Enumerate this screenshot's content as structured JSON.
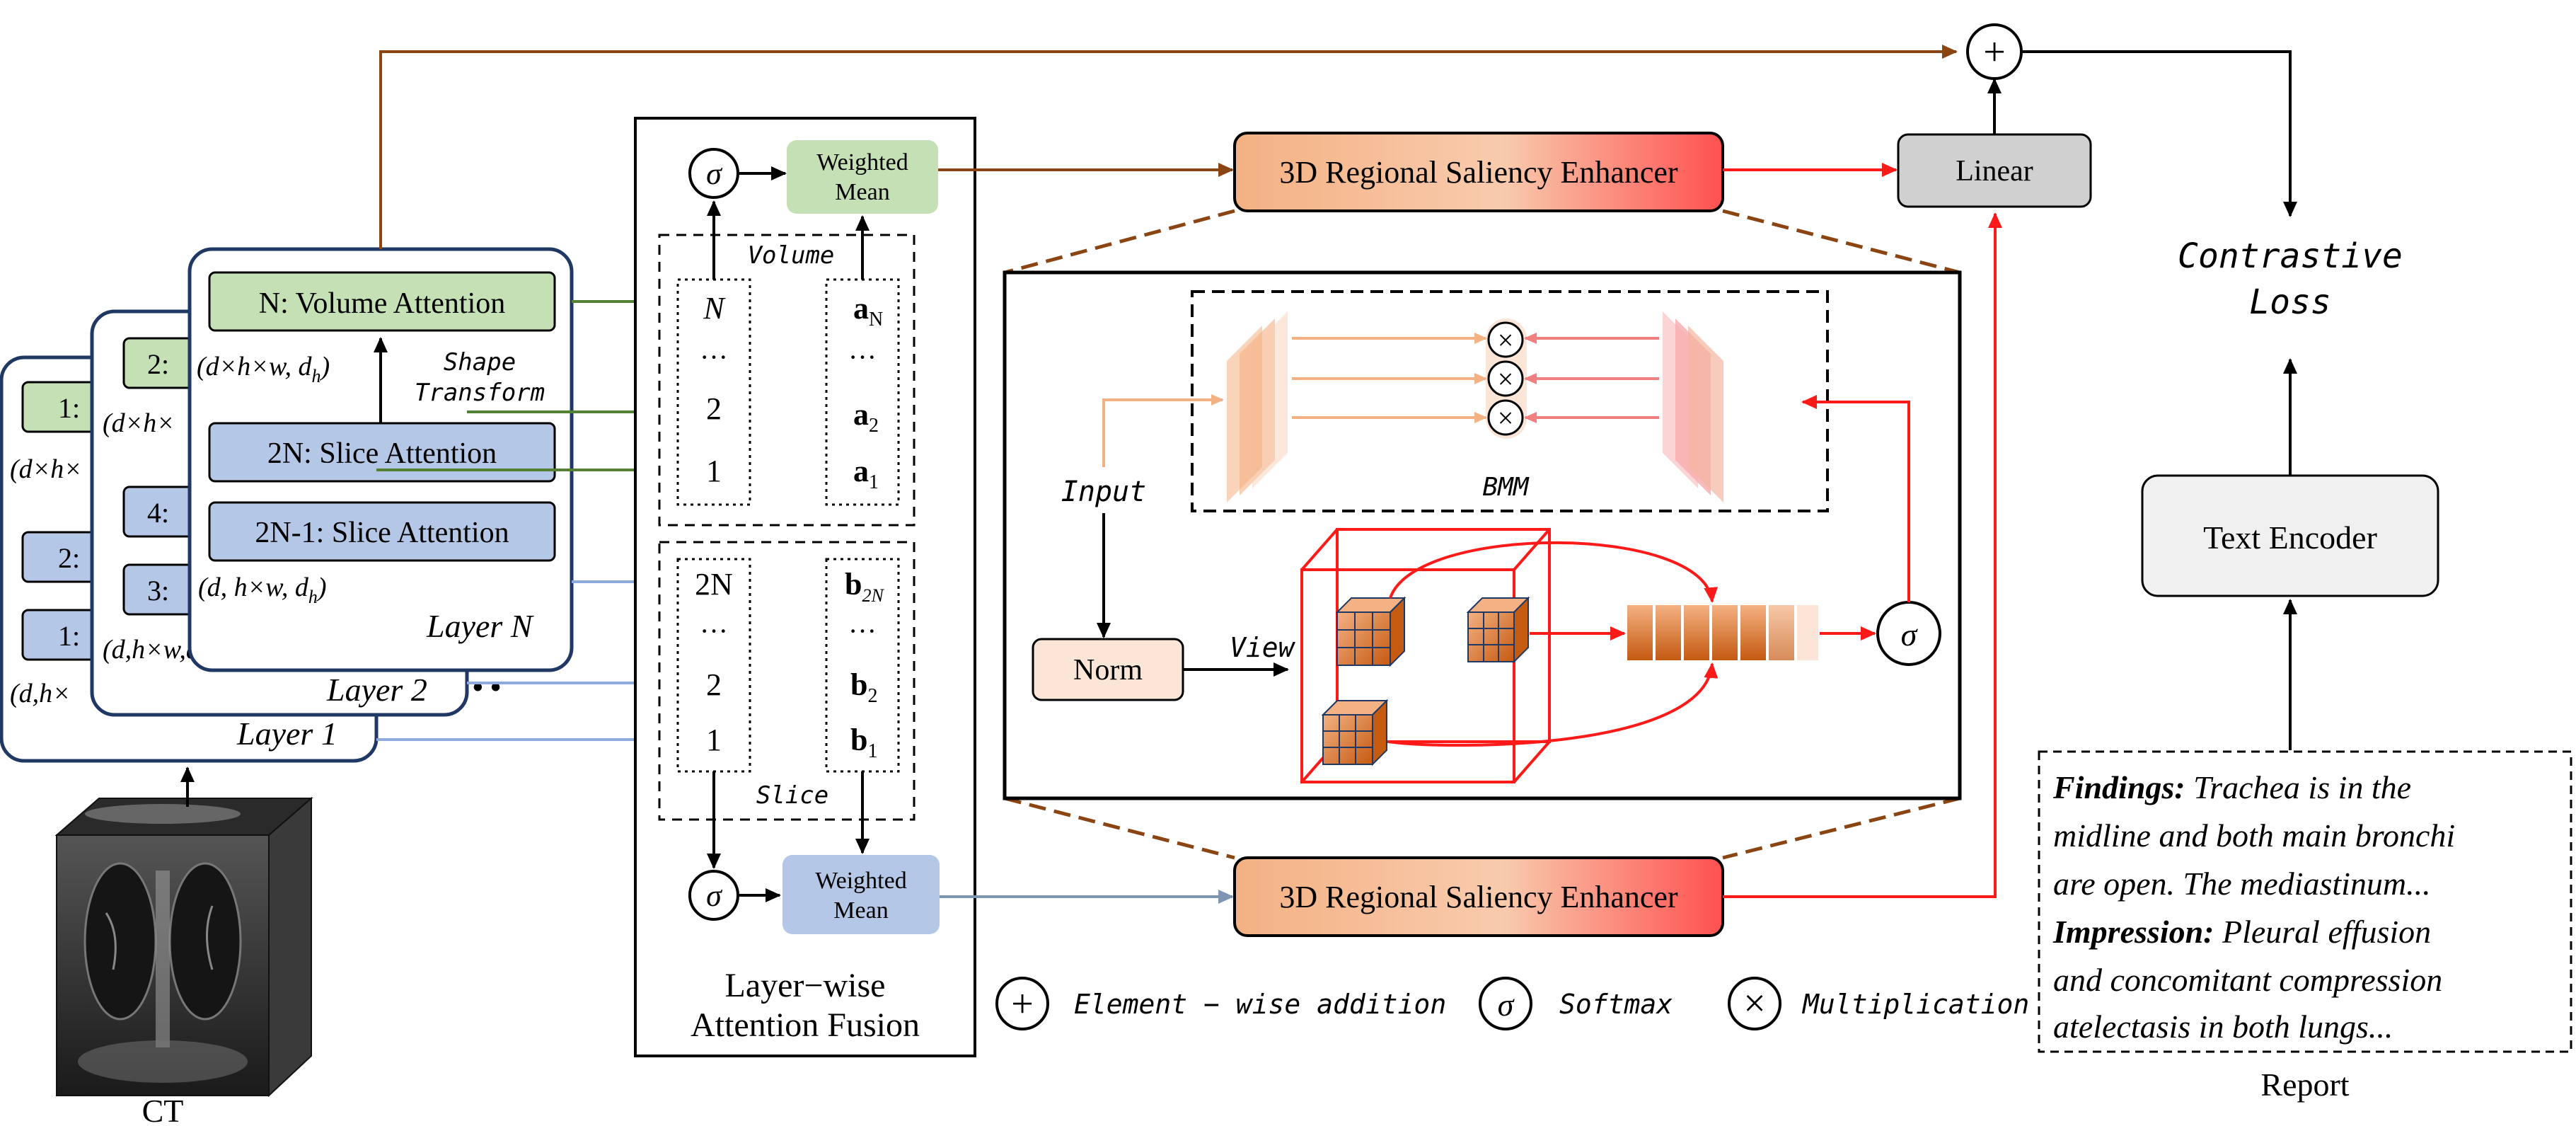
{
  "ct": {
    "label": "CT"
  },
  "encoder_layers": {
    "layer1": {
      "name": "Layer 1",
      "items": [
        "1:",
        "2:",
        "1:"
      ],
      "shape_labels": [
        "(d×h×",
        "(d,h×"
      ]
    },
    "layer2": {
      "name": "Layer 2",
      "items": [
        "2:",
        "4:",
        "3:"
      ],
      "shape_labels": [
        "(d×h×",
        "(d,h×w,d"
      ]
    },
    "layerN": {
      "name": "Layer N",
      "volume_block": "N:  Volume Attention",
      "slice_block_top": "2N:    Slice Attention",
      "slice_block_bottom": "2N-1:  Slice Attention",
      "shape_volume": "(d×h×w, d",
      "shape_volume_sub": "h",
      "shape_slice": "(d, h×w, d",
      "shape_slice_sub": "h",
      "transform_line1": "Shape",
      "transform_line2": "Transform"
    },
    "dots": "• •"
  },
  "fusion": {
    "title_line1": "Layer−wise",
    "title_line2": "Attention Fusion",
    "volume_label": "Volume",
    "slice_label": "Slice",
    "volume_indices": [
      "N",
      "···",
      "2",
      "1"
    ],
    "volume_vectors": [
      "a",
      "···",
      "a",
      "a"
    ],
    "volume_subs": [
      "N",
      "",
      "2",
      "1"
    ],
    "slice_indices": [
      "2N",
      "···",
      "2",
      "1"
    ],
    "slice_vectors": [
      "b",
      "···",
      "b",
      "b"
    ],
    "slice_subs": [
      "2N",
      "",
      "2",
      "1"
    ],
    "weighted_mean_top_l1": "Weighted",
    "weighted_mean_top_l2": "Mean",
    "weighted_mean_bottom_l1": "Weighted",
    "weighted_mean_bottom_l2": "Mean",
    "sigma": "σ"
  },
  "enhancer": {
    "top_label": "3D Regional Saliency Enhancer",
    "bottom_label": "3D Regional Saliency Enhancer",
    "detail": {
      "input_label": "Input",
      "norm_label": "Norm",
      "view_label": "View",
      "bmm_label": "BMM",
      "times": "×",
      "sigma": "σ"
    }
  },
  "head": {
    "linear_label": "Linear",
    "plus": "+",
    "loss_line1": "Contrastive",
    "loss_line2": "Loss",
    "text_encoder_label": "Text Encoder",
    "report_label": "Report",
    "report_text": [
      {
        "bold": "Findings:",
        "rest": "  Trachea is in the"
      },
      {
        "bold": "",
        "rest": "midline and both main bronchi"
      },
      {
        "bold": "",
        "rest": "are open. The mediastinum..."
      },
      {
        "bold": "Impression:",
        "rest": " Pleural effusion"
      },
      {
        "bold": "",
        "rest": "and concomitant compression"
      },
      {
        "bold": "",
        "rest": "atelectasis in both lungs..."
      }
    ]
  },
  "legend": {
    "plus_symbol": "+",
    "plus_text": "Element − wise addition",
    "sigma_symbol": "σ",
    "sigma_text": "Softmax",
    "times_symbol": "×",
    "times_text": "Multiplication"
  },
  "colors": {
    "brown": "#8B4513",
    "red": "#FF1A1A",
    "green": "#548235",
    "blue_line": "#8FAADC",
    "green_fill": "#C5E0B4",
    "blue_fill": "#B4C7E7",
    "gray_fill": "#D0D0D0",
    "norm_fill": "#FBE5D6",
    "navy": "#1F3864"
  }
}
